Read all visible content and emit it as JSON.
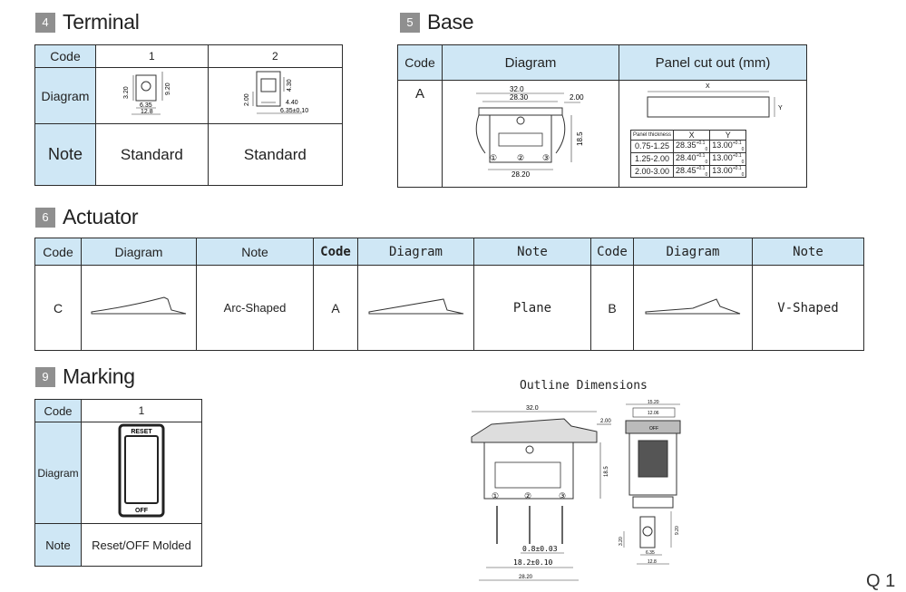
{
  "terminal": {
    "num": "4",
    "title": "Terminal",
    "code_label": "Code",
    "diagram_label": "Diagram",
    "note_label": "Note",
    "col1": "1",
    "col2": "2",
    "note1": "Standard",
    "note2": "Standard",
    "d1": {
      "h": "9.20",
      "left": "3.20",
      "w1": "6.35",
      "w2": "12.8"
    },
    "d2": {
      "h": "4.30",
      "left": "2.00",
      "w1": "4.40",
      "w2": "6.35±0.10"
    }
  },
  "base": {
    "num": "5",
    "title": "Base",
    "code_label": "Code",
    "diagram_label": "Diagram",
    "panel_label": "Panel cut out (mm)",
    "code": "A",
    "dims": {
      "top": "32.0",
      "inner": "28.30",
      "thick": "2.00",
      "height": "18.5",
      "bottom": "28.20",
      "t1": "①",
      "t2": "②",
      "t3": "③"
    },
    "panel": {
      "x": "X",
      "y": "Y",
      "headers": [
        "Panel thickness",
        "X",
        "Y"
      ],
      "rows": [
        [
          "0.75-1.25",
          "28.35",
          "+0.1",
          "0",
          "13.00",
          "+0.1",
          "0"
        ],
        [
          "1.25-2.00",
          "28.40",
          "+0.1",
          "0",
          "13.00",
          "+0.1",
          "0"
        ],
        [
          "2.00-3.00",
          "28.45",
          "+0.1",
          "0",
          "13.00",
          "+0.1",
          "0"
        ]
      ]
    }
  },
  "actuator": {
    "num": "6",
    "title": "Actuator",
    "headers": [
      "Code",
      "Diagram",
      "Note",
      "Code",
      "Diagram",
      "Note",
      "Code",
      "Diagram",
      "Note"
    ],
    "row": [
      {
        "code": "C",
        "note": "Arc-Shaped"
      },
      {
        "code": "A",
        "note": "Plane"
      },
      {
        "code": "B",
        "note": "V-Shaped"
      }
    ]
  },
  "marking": {
    "num": "9",
    "title": "Marking",
    "code_label": "Code",
    "diagram_label": "Diagram",
    "note_label": "Note",
    "col1": "1",
    "top_text": "RESET",
    "bottom_text": "OFF",
    "note": "Reset/OFF Molded"
  },
  "outline": {
    "title": "Outline Dimensions",
    "front": {
      "top": "32.0",
      "thick": "2.00",
      "height": "18.5",
      "t1": "①",
      "t2": "②",
      "t3": "③",
      "pin": "0.8±0.03",
      "span": "18.2±0.10",
      "bottom": "28.20"
    },
    "side": {
      "top1": "15.20",
      "top2": "12.06",
      "off": "OFF",
      "h": "9.20",
      "left": "3.20",
      "w1": "6.35",
      "w2": "12.8"
    }
  },
  "page_corner": "Q 1"
}
